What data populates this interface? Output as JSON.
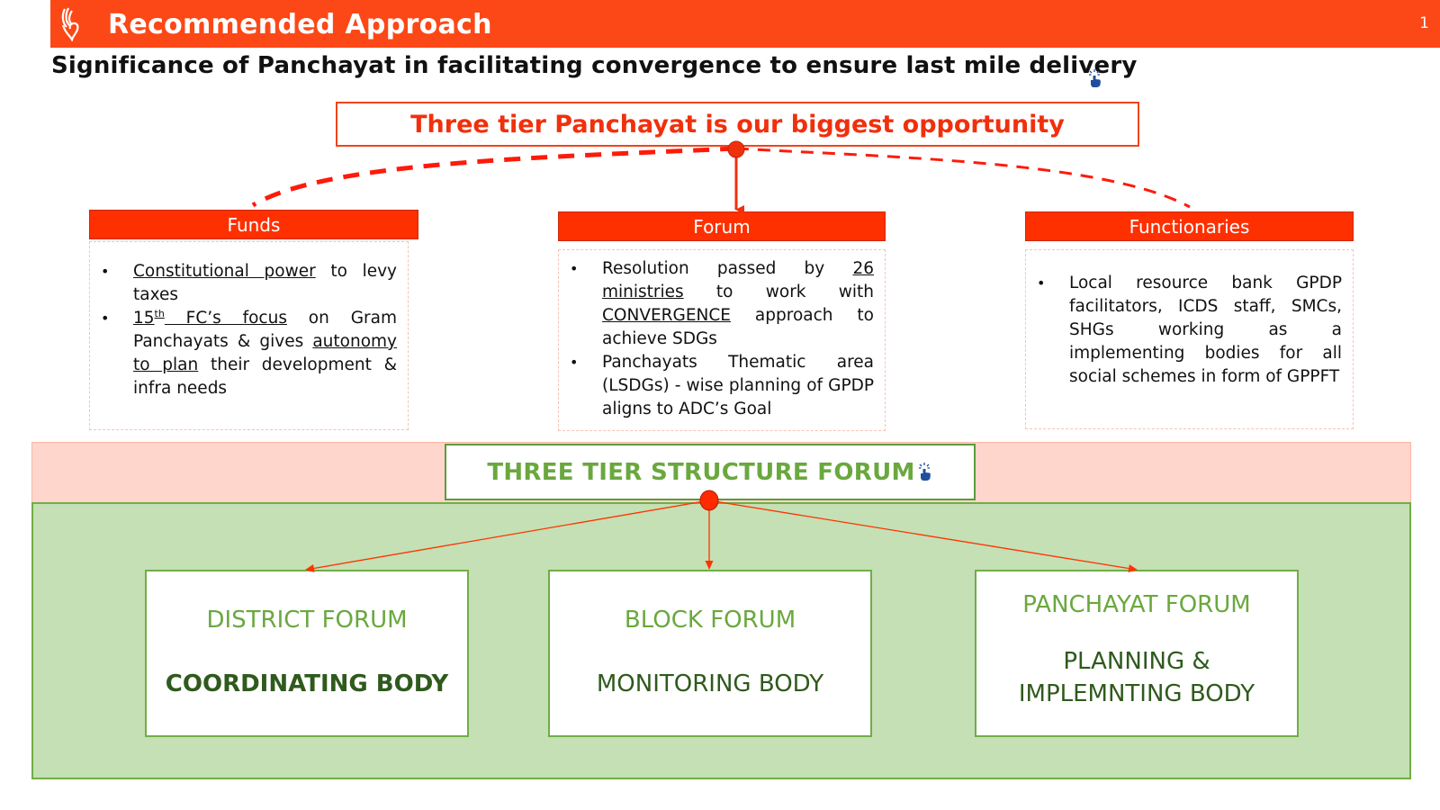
{
  "header": {
    "title": "Recommended Approach",
    "page_number": "1",
    "logo_icon": "flame-hand-logo",
    "accent_color": "#fc4817"
  },
  "subtitle": {
    "text": "Significance of Panchayat in facilitating convergence to ensure last mile delivery",
    "icon": "hand-pointer-icon"
  },
  "opportunity": {
    "text": "Three tier Panchayat is our biggest opportunity"
  },
  "pillars": [
    {
      "title": "Funds",
      "bullets": [
        {
          "segments": [
            {
              "text": "Constitutional power",
              "underline": true
            },
            {
              "text": " to levy taxes",
              "underline": false
            }
          ]
        },
        {
          "segments": [
            {
              "text": "15",
              "underline": true
            },
            {
              "text": "th",
              "underline": true,
              "sup": true
            },
            {
              "text": " FC’s focus",
              "underline": true
            },
            {
              "text": " on Gram Panchayats & gives ",
              "underline": false
            },
            {
              "text": "autonomy to plan",
              "underline": true
            },
            {
              "text": " their development & infra needs",
              "underline": false
            }
          ]
        }
      ]
    },
    {
      "title": "Forum",
      "bullets": [
        {
          "segments": [
            {
              "text": "Resolution passed by ",
              "underline": false
            },
            {
              "text": "26 ministries",
              "underline": true
            },
            {
              "text": " to work with ",
              "underline": false
            },
            {
              "text": "CONVERGENCE",
              "underline": true
            },
            {
              "text": " approach to achieve SDGs",
              "underline": false
            }
          ]
        },
        {
          "segments": [
            {
              "text": "Panchayats Thematic area (LSDGs) - wise planning of GPDP aligns to ADC’s Goal",
              "underline": false
            }
          ]
        }
      ]
    },
    {
      "title": "Functionaries",
      "bullets": [
        {
          "segments": [
            {
              "text": "Local resource bank GPDP facilitators, ICDS staff, SMCs, SHGs working as a implementing bodies for all social schemes in form of GPPFT",
              "underline": false
            }
          ]
        }
      ]
    }
  ],
  "structure": {
    "title": "THREE TIER STRUCTURE FORUM",
    "icon": "hand-pointer-icon",
    "tiers": [
      {
        "name": "DISTRICT FORUM",
        "role": "COORDINATING BODY",
        "role_bold": true
      },
      {
        "name": "BLOCK FORUM",
        "role": "MONITORING BODY",
        "role_bold": false
      },
      {
        "name": "PANCHAYAT FORUM",
        "role": "PLANNING & IMPLEMNTING BODY",
        "role_bold": false
      }
    ]
  },
  "colors": {
    "header_red": "#fc4817",
    "pillar_red": "#fe3000",
    "green_text": "#6aa83f",
    "dark_green_text": "#2f5a1d",
    "pink_band": "#fed6cc",
    "green_panel": "#c5e0b4",
    "hand_icon_blue": "#1f4e9c"
  }
}
